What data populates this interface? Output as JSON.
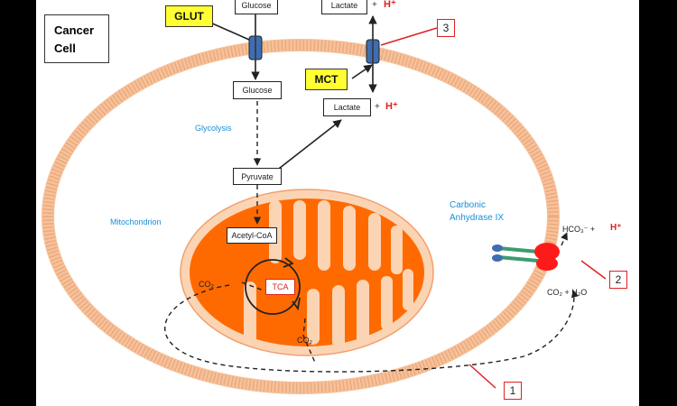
{
  "title_line1": "Cancer",
  "title_line2": "Cell",
  "transporters": {
    "glut": "GLUT",
    "mct": "MCT"
  },
  "metabolites": {
    "glucose_outside": "Glucose",
    "glucose_inside": "Glucose",
    "lactate_outside": "Lactate",
    "lactate_inside": "Lactate",
    "pyruvate": "Pyruvate",
    "acetyl_coa": "Acetyl-CoA",
    "tca": "TCA"
  },
  "protons": {
    "h_outside": "H⁺",
    "h_inside": "H⁺",
    "plus": "+"
  },
  "pathways": {
    "glycolysis": "Glycolysis",
    "mitochondrion": "Mitochondrion"
  },
  "carbonic_anhydrase": {
    "line1": "Carbonic",
    "line2": "Anhydrase IX"
  },
  "chemistry": {
    "hco3": "HCO₃⁻ + ",
    "hco3_h": "H⁺",
    "co2_h2o": "CO₂ + H₂O",
    "co2_mito": "CO₂",
    "co2_tca": "CO₂"
  },
  "callouts": [
    "1",
    "2",
    "3"
  ],
  "colors": {
    "membrane": "#f6c29b",
    "mito_fill": "#ff6a00",
    "mito_outer": "#fbd4b4",
    "label_blue": "#1a8fd6",
    "h_red": "#e02020",
    "enzyme_red": "#ff1a1a",
    "enzyme_green": "#3a9d6e",
    "enzyme_blue": "#3d6db3",
    "transporter": "#3d6db3"
  },
  "icons": [
    "membrane-transporter-icon",
    "carbonic-anhydrase-enzyme-icon"
  ]
}
